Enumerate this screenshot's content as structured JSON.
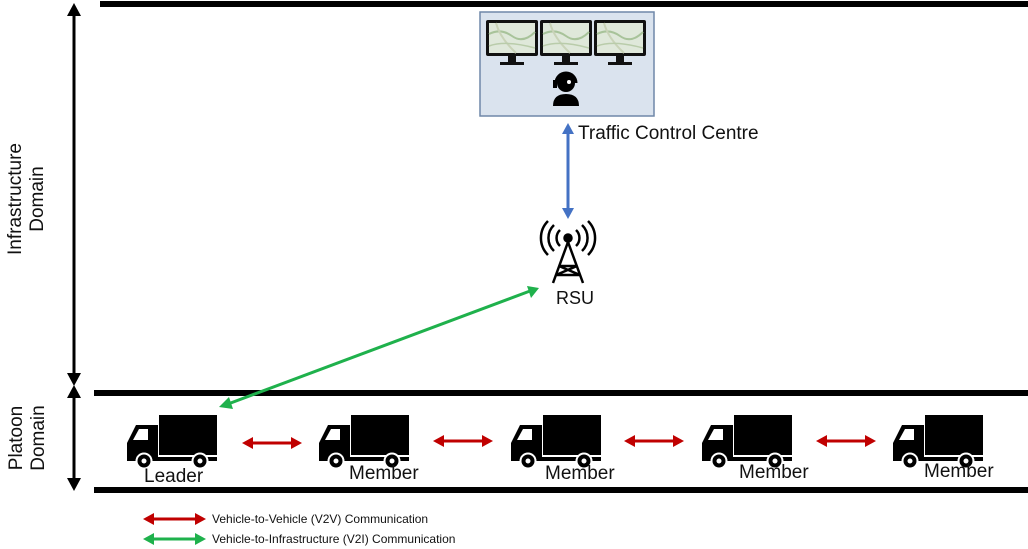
{
  "domains": {
    "infrastructure": [
      "Infrastructure",
      "Domain"
    ],
    "platoon": [
      "Platoon",
      "Domain"
    ]
  },
  "control_centre": {
    "label": "Traffic Control Centre",
    "icons": [
      "monitor-map-icon",
      "monitor-map-icon",
      "monitor-map-icon",
      "operator-headset-icon"
    ]
  },
  "rsu": {
    "label": "RSU",
    "icon": "radio-tower-icon"
  },
  "vehicles": [
    {
      "label": "Leader",
      "icon": "truck-icon"
    },
    {
      "label": "Member",
      "icon": "truck-icon"
    },
    {
      "label": "Member",
      "icon": "truck-icon"
    },
    {
      "label": "Member",
      "icon": "truck-icon"
    },
    {
      "label": "Member",
      "icon": "truck-icon"
    }
  ],
  "legend": [
    {
      "label": "Vehicle-to-Vehicle (V2V) Communication",
      "color": "#c00000"
    },
    {
      "label": "Vehicle-to-Infrastructure (V2I) Communication",
      "color": "#1fb14c"
    }
  ],
  "colors": {
    "v2v": "#c00000",
    "v2i": "#1fb14c",
    "backhaul": "#4472c4",
    "tcc_panel": "#dae3ee",
    "tcc_border": "#6f87a8",
    "lines": "#000000"
  }
}
